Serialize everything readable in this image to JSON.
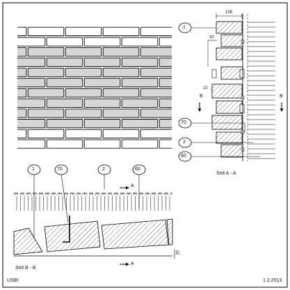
{
  "drawing": {
    "callouts": {
      "elevation_1": "1",
      "elevation_70": "70",
      "elevation_2": "2",
      "elevation_60": "60",
      "plan_1": "1",
      "plan_70": "70",
      "plan_2": "2",
      "plan_60": "60"
    },
    "dimensions": {
      "width_108": "108",
      "width_30": "30",
      "joint_10": "10",
      "height_20": "20"
    },
    "section_marks": {
      "b_left": "B",
      "b_right": "B",
      "a_top": "A",
      "a_bottom": "A"
    },
    "captions": {
      "section_aa": "Snit A - A",
      "section_bb": "Snit B - B"
    },
    "footer": {
      "publisher": "USBI",
      "date": "1.2.2013"
    }
  }
}
